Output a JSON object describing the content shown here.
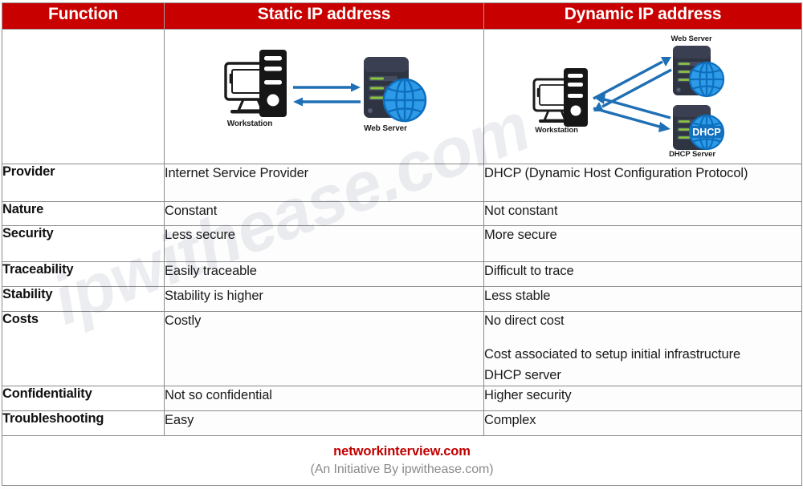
{
  "table": {
    "headers": [
      "Function",
      "Static IP address",
      "Dynamic IP address"
    ],
    "rows": [
      {
        "label": "Provider",
        "static": "Internet Service Provider",
        "dynamic": "DHCP (Dynamic Host Configuration Protocol)"
      },
      {
        "label": "Nature",
        "static": "Constant",
        "dynamic": "Not constant"
      },
      {
        "label": "Security",
        "static": "Less secure",
        "dynamic": "More secure"
      },
      {
        "label": "Traceability",
        "static": "Easily traceable",
        "dynamic": "Difficult to trace"
      },
      {
        "label": "Stability",
        "static": "Stability is higher",
        "dynamic": "Less stable"
      },
      {
        "label": "Costs",
        "static": "Costly",
        "dynamic_line1": "No direct cost",
        "dynamic_line2": "Cost associated to setup initial infrastructure",
        "dynamic_line3": "DHCP server"
      },
      {
        "label": "Confidentiality",
        "static": "Not so confidential",
        "dynamic": "Higher security"
      },
      {
        "label": "Troubleshooting",
        "static": "Easy",
        "dynamic": "Complex"
      }
    ]
  },
  "diagram_static": {
    "workstation_label": "Workstation",
    "server_label": "Web Server"
  },
  "diagram_dynamic": {
    "workstation_label": "Workstation",
    "web_server_label": "Web Server",
    "dhcp_server_label": "DHCP Server",
    "dhcp_globe_text": "DHCP"
  },
  "footer": {
    "site": "networkinterview.com",
    "tagline": "(An Initiative By ipwithease.com)"
  },
  "watermark": {
    "text": "ipwithease.com"
  },
  "colors": {
    "header_red": "#c80000",
    "footer_red": "#c00000",
    "arrow_blue": "#1f6fb5",
    "globe_blue": "#2e9be8",
    "server_dark": "#2f3442",
    "led_green": "#8cc63f",
    "border_gray": "#8a8a8a"
  }
}
